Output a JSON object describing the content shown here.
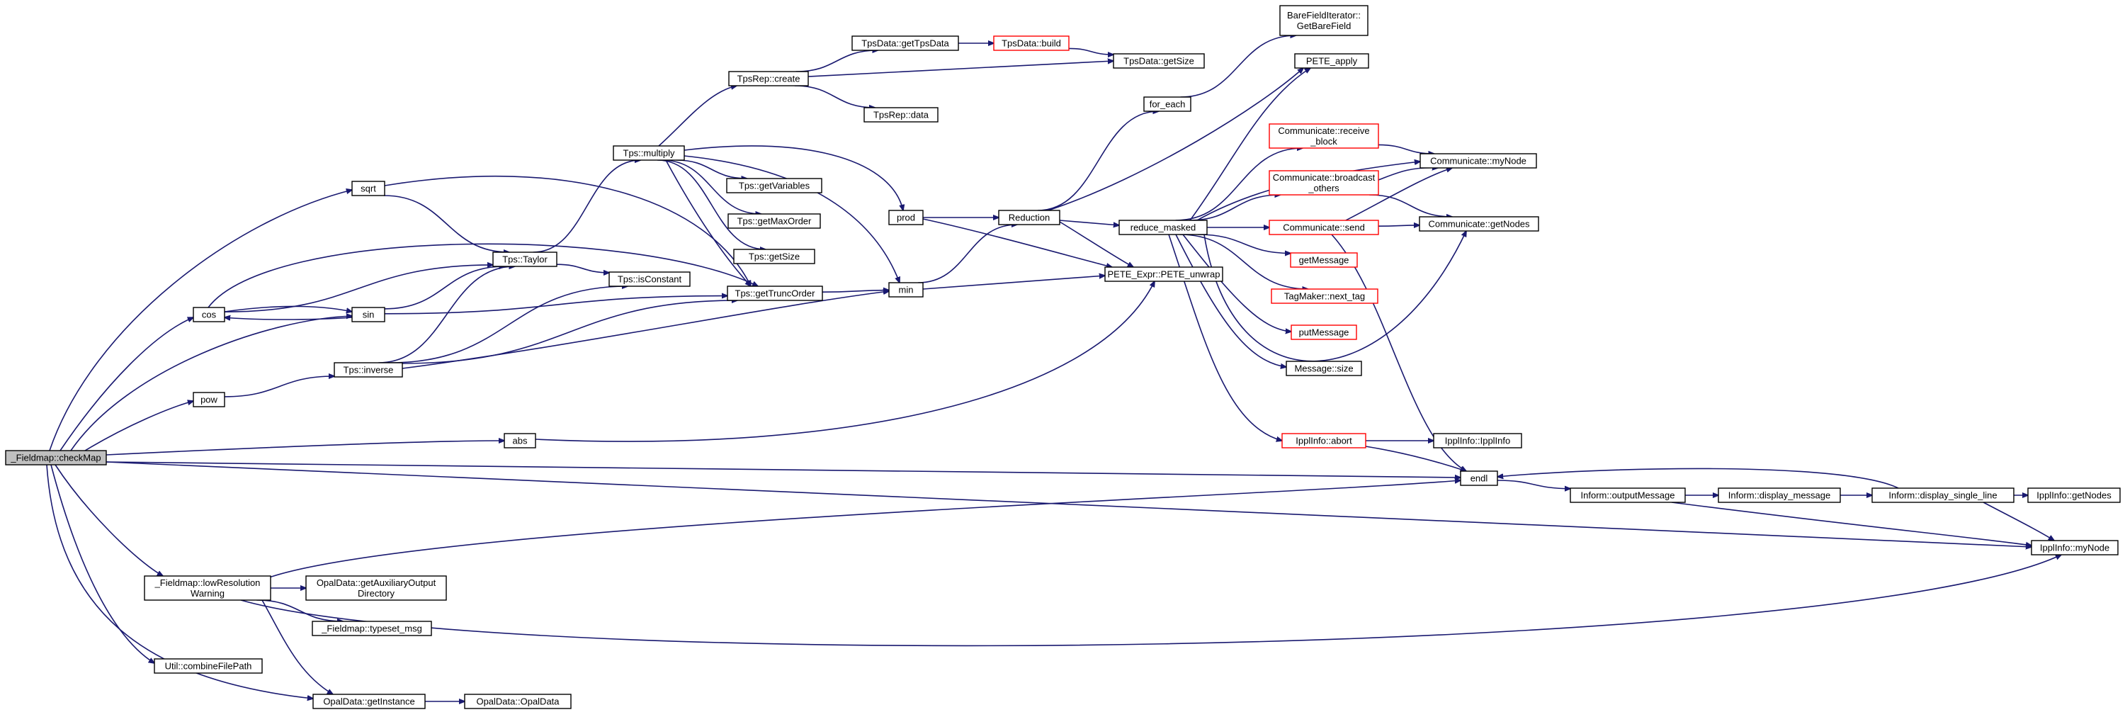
{
  "colors": {
    "edge": "#191970",
    "node_border": "#000000",
    "node_border_truncated": "#ff0000",
    "node_fill": "#ffffff",
    "root_fill": "#bfbfbf"
  },
  "graph": {
    "nodes": [
      {
        "id": "checkmap",
        "lines": [
          "_Fieldmap::checkMap"
        ],
        "style": "root"
      },
      {
        "id": "sqrt",
        "lines": [
          "sqrt"
        ],
        "style": "normal"
      },
      {
        "id": "cos",
        "lines": [
          "cos"
        ],
        "style": "normal"
      },
      {
        "id": "pow",
        "lines": [
          "pow"
        ],
        "style": "normal"
      },
      {
        "id": "abs",
        "lines": [
          "abs"
        ],
        "style": "normal"
      },
      {
        "id": "lowres",
        "lines": [
          "_Fieldmap::lowResolution",
          "Warning"
        ],
        "style": "normal"
      },
      {
        "id": "combine",
        "lines": [
          "Util::combineFilePath"
        ],
        "style": "normal"
      },
      {
        "id": "getinstance",
        "lines": [
          "OpalData::getInstance"
        ],
        "style": "normal"
      },
      {
        "id": "opaldata",
        "lines": [
          "OpalData::OpalData"
        ],
        "style": "normal"
      },
      {
        "id": "auxdir",
        "lines": [
          "OpalData::getAuxiliaryOutput",
          "Directory"
        ],
        "style": "normal"
      },
      {
        "id": "typeset",
        "lines": [
          "_Fieldmap::typeset_msg"
        ],
        "style": "normal"
      },
      {
        "id": "taylor",
        "lines": [
          "Tps::Taylor"
        ],
        "style": "normal"
      },
      {
        "id": "sin",
        "lines": [
          "sin"
        ],
        "style": "normal"
      },
      {
        "id": "inverse",
        "lines": [
          "Tps::inverse"
        ],
        "style": "normal"
      },
      {
        "id": "multiply",
        "lines": [
          "Tps::multiply"
        ],
        "style": "normal"
      },
      {
        "id": "isconstant",
        "lines": [
          "Tps::isConstant"
        ],
        "style": "normal"
      },
      {
        "id": "gettrunc",
        "lines": [
          "Tps::getTruncOrder"
        ],
        "style": "normal"
      },
      {
        "id": "getvars",
        "lines": [
          "Tps::getVariables"
        ],
        "style": "normal"
      },
      {
        "id": "getmaxorder",
        "lines": [
          "Tps::getMaxOrder"
        ],
        "style": "normal"
      },
      {
        "id": "getsize",
        "lines": [
          "Tps::getSize"
        ],
        "style": "normal"
      },
      {
        "id": "tpsrepcreate",
        "lines": [
          "TpsRep::create"
        ],
        "style": "normal"
      },
      {
        "id": "tpsrepdata",
        "lines": [
          "TpsRep::data"
        ],
        "style": "normal"
      },
      {
        "id": "gettpsdata",
        "lines": [
          "TpsData::getTpsData"
        ],
        "style": "normal"
      },
      {
        "id": "tpsbuild",
        "lines": [
          "TpsData::build"
        ],
        "style": "truncated"
      },
      {
        "id": "tpsgetsize",
        "lines": [
          "TpsData::getSize"
        ],
        "style": "normal"
      },
      {
        "id": "prod",
        "lines": [
          "prod"
        ],
        "style": "normal"
      },
      {
        "id": "min",
        "lines": [
          "min"
        ],
        "style": "normal"
      },
      {
        "id": "reduction",
        "lines": [
          "Reduction"
        ],
        "style": "normal"
      },
      {
        "id": "foreach",
        "lines": [
          "for_each"
        ],
        "style": "normal"
      },
      {
        "id": "barefield",
        "lines": [
          "BareFieldIterator::",
          "GetBareField"
        ],
        "style": "normal"
      },
      {
        "id": "peteapply",
        "lines": [
          "PETE_apply"
        ],
        "style": "normal"
      },
      {
        "id": "reducemasked",
        "lines": [
          "reduce_masked"
        ],
        "style": "normal"
      },
      {
        "id": "peteunwrap",
        "lines": [
          "PETE_Expr::PETE_unwrap"
        ],
        "style": "normal"
      },
      {
        "id": "recvblock",
        "lines": [
          "Communicate::receive",
          "_block"
        ],
        "style": "truncated"
      },
      {
        "id": "bcast",
        "lines": [
          "Communicate::broadcast",
          "_others"
        ],
        "style": "truncated"
      },
      {
        "id": "send",
        "lines": [
          "Communicate::send"
        ],
        "style": "truncated"
      },
      {
        "id": "mynode",
        "lines": [
          "Communicate::myNode"
        ],
        "style": "normal"
      },
      {
        "id": "getnodes",
        "lines": [
          "Communicate::getNodes"
        ],
        "style": "normal"
      },
      {
        "id": "getmessage",
        "lines": [
          "getMessage"
        ],
        "style": "truncated"
      },
      {
        "id": "nexttag",
        "lines": [
          "TagMaker::next_tag"
        ],
        "style": "truncated"
      },
      {
        "id": "putmessage",
        "lines": [
          "putMessage"
        ],
        "style": "truncated"
      },
      {
        "id": "msgsize",
        "lines": [
          "Message::size"
        ],
        "style": "normal"
      },
      {
        "id": "ipplabort",
        "lines": [
          "IpplInfo::abort"
        ],
        "style": "truncated"
      },
      {
        "id": "ipplinfo",
        "lines": [
          "IpplInfo::IpplInfo"
        ],
        "style": "normal"
      },
      {
        "id": "endl",
        "lines": [
          "endl"
        ],
        "style": "normal"
      },
      {
        "id": "outputmsg",
        "lines": [
          "Inform::outputMessage"
        ],
        "style": "normal"
      },
      {
        "id": "dispmsg",
        "lines": [
          "Inform::display_message"
        ],
        "style": "normal"
      },
      {
        "id": "dispsingle",
        "lines": [
          "Inform::display_single_line"
        ],
        "style": "normal"
      },
      {
        "id": "ipplgetnodes",
        "lines": [
          "IpplInfo::getNodes"
        ],
        "style": "normal"
      },
      {
        "id": "ipplmynode",
        "lines": [
          "IpplInfo::myNode"
        ],
        "style": "normal"
      }
    ],
    "edges": [
      {
        "from": "checkmap",
        "to": "sqrt"
      },
      {
        "from": "checkmap",
        "to": "cos"
      },
      {
        "from": "checkmap",
        "to": "sin"
      },
      {
        "from": "checkmap",
        "to": "pow"
      },
      {
        "from": "checkmap",
        "to": "abs"
      },
      {
        "from": "checkmap",
        "to": "endl"
      },
      {
        "from": "checkmap",
        "to": "ipplmynode"
      },
      {
        "from": "checkmap",
        "to": "lowres"
      },
      {
        "from": "checkmap",
        "to": "combine"
      },
      {
        "from": "checkmap",
        "to": "getinstance"
      },
      {
        "from": "sqrt",
        "to": "taylor"
      },
      {
        "from": "sqrt",
        "to": "gettrunc"
      },
      {
        "from": "cos",
        "to": "taylor"
      },
      {
        "from": "cos",
        "to": "sin"
      },
      {
        "from": "cos",
        "to": "gettrunc"
      },
      {
        "from": "sin",
        "to": "cos"
      },
      {
        "from": "sin",
        "to": "taylor"
      },
      {
        "from": "sin",
        "to": "gettrunc"
      },
      {
        "from": "pow",
        "to": "inverse"
      },
      {
        "from": "abs",
        "to": "peteunwrap"
      },
      {
        "from": "taylor",
        "to": "multiply"
      },
      {
        "from": "taylor",
        "to": "isconstant"
      },
      {
        "from": "inverse",
        "to": "taylor"
      },
      {
        "from": "inverse",
        "to": "isconstant"
      },
      {
        "from": "inverse",
        "to": "gettrunc"
      },
      {
        "from": "inverse",
        "to": "min"
      },
      {
        "from": "multiply",
        "to": "tpsrepcreate"
      },
      {
        "from": "multiply",
        "to": "getvars"
      },
      {
        "from": "multiply",
        "to": "getmaxorder"
      },
      {
        "from": "multiply",
        "to": "getsize"
      },
      {
        "from": "multiply",
        "to": "gettrunc"
      },
      {
        "from": "multiply",
        "to": "prod"
      },
      {
        "from": "multiply",
        "to": "min"
      },
      {
        "from": "tpsrepcreate",
        "to": "gettpsdata"
      },
      {
        "from": "tpsrepcreate",
        "to": "tpsgetsize"
      },
      {
        "from": "tpsrepcreate",
        "to": "tpsrepdata"
      },
      {
        "from": "gettpsdata",
        "to": "tpsbuild"
      },
      {
        "from": "tpsbuild",
        "to": "tpsgetsize"
      },
      {
        "from": "gettrunc",
        "to": "min"
      },
      {
        "from": "prod",
        "to": "reduction"
      },
      {
        "from": "prod",
        "to": "peteunwrap"
      },
      {
        "from": "min",
        "to": "reduction"
      },
      {
        "from": "min",
        "to": "peteunwrap"
      },
      {
        "from": "reduction",
        "to": "foreach"
      },
      {
        "from": "reduction",
        "to": "peteapply"
      },
      {
        "from": "reduction",
        "to": "reducemasked"
      },
      {
        "from": "reduction",
        "to": "peteunwrap"
      },
      {
        "from": "foreach",
        "to": "barefield"
      },
      {
        "from": "reducemasked",
        "to": "peteapply"
      },
      {
        "from": "reducemasked",
        "to": "recvblock"
      },
      {
        "from": "reducemasked",
        "to": "bcast"
      },
      {
        "from": "reducemasked",
        "to": "send"
      },
      {
        "from": "reducemasked",
        "to": "mynode"
      },
      {
        "from": "reducemasked",
        "to": "getnodes"
      },
      {
        "from": "reducemasked",
        "to": "getmessage"
      },
      {
        "from": "reducemasked",
        "to": "nexttag"
      },
      {
        "from": "reducemasked",
        "to": "putmessage"
      },
      {
        "from": "reducemasked",
        "to": "msgsize"
      },
      {
        "from": "reducemasked",
        "to": "ipplabort"
      },
      {
        "from": "recvblock",
        "to": "mynode"
      },
      {
        "from": "bcast",
        "to": "mynode"
      },
      {
        "from": "bcast",
        "to": "getnodes"
      },
      {
        "from": "send",
        "to": "mynode"
      },
      {
        "from": "send",
        "to": "getnodes"
      },
      {
        "from": "send",
        "to": "endl"
      },
      {
        "from": "ipplabort",
        "to": "ipplinfo"
      },
      {
        "from": "ipplabort",
        "to": "endl"
      },
      {
        "from": "endl",
        "to": "outputmsg"
      },
      {
        "from": "outputmsg",
        "to": "dispmsg"
      },
      {
        "from": "outputmsg",
        "to": "ipplmynode"
      },
      {
        "from": "dispmsg",
        "to": "dispsingle"
      },
      {
        "from": "dispsingle",
        "to": "endl"
      },
      {
        "from": "dispsingle",
        "to": "ipplgetnodes"
      },
      {
        "from": "dispsingle",
        "to": "ipplmynode"
      },
      {
        "from": "lowres",
        "to": "endl"
      },
      {
        "from": "lowres",
        "to": "auxdir"
      },
      {
        "from": "lowres",
        "to": "typeset"
      },
      {
        "from": "lowres",
        "to": "getinstance"
      },
      {
        "from": "lowres",
        "to": "ipplmynode"
      },
      {
        "from": "getinstance",
        "to": "opaldata"
      }
    ]
  }
}
